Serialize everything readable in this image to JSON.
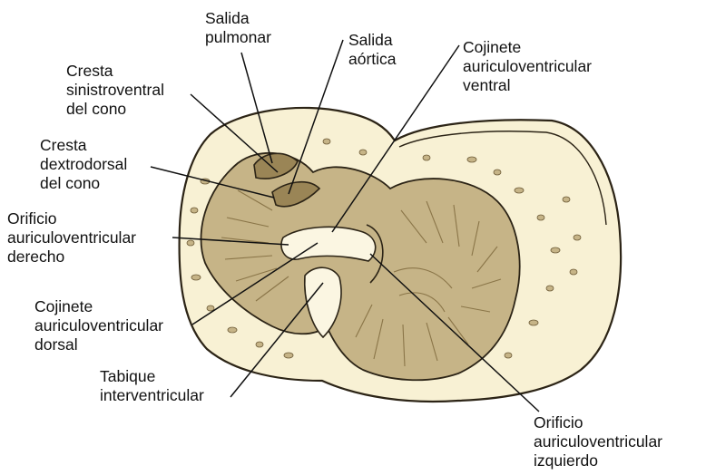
{
  "colors": {
    "outer_tissue": "#f8f1d4",
    "outline": "#2c2416",
    "muscle": "#c6b487",
    "muscle_dark": "#9a8556",
    "cushion": "#fbf6e2",
    "leader": "#111111"
  },
  "labels": {
    "salida_pulmonar": [
      "Salida",
      "pulmonar"
    ],
    "salida_aortica": [
      "Salida",
      "aórtica"
    ],
    "cojinete_ventral": [
      "Cojinete",
      "auriculoventricular",
      "ventral"
    ],
    "cresta_sinistroventral": [
      "Cresta",
      "sinistroventral",
      "del cono"
    ],
    "cresta_dextrodorsal": [
      "Cresta",
      "dextrodorsal",
      "del cono"
    ],
    "orificio_derecho": [
      "Orificio",
      "auriculoventricular",
      "derecho"
    ],
    "cojinete_dorsal": [
      "Cojinete",
      "auriculoventricular",
      "dorsal"
    ],
    "tabique": [
      "Tabique",
      "interventricular"
    ],
    "orificio_izquierdo": [
      "Orificio",
      "auriculoventricular",
      "izquierdo"
    ]
  }
}
